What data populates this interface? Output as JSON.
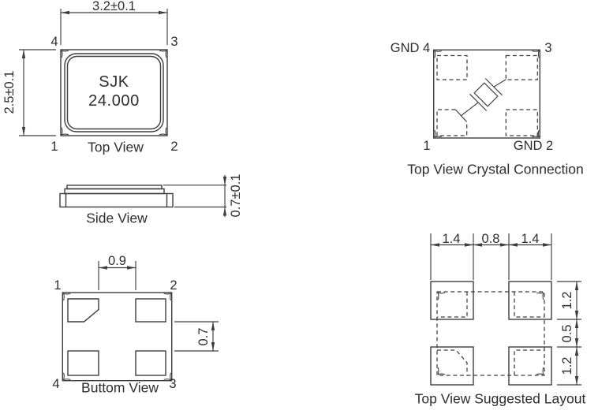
{
  "colors": {
    "line": "#3d3d3f",
    "text": "#2e2e30",
    "background": "#ffffff"
  },
  "views": {
    "top_view": {
      "caption": "Top View",
      "marking_line1": "SJK",
      "marking_line2": "24.000",
      "dims": {
        "width": "3.2±0.1",
        "height": "2.5±0.1"
      },
      "pins": {
        "top_left": "4",
        "top_right": "3",
        "bottom_left": "1",
        "bottom_right": "2"
      }
    },
    "side_view": {
      "caption": "Side View",
      "dims": {
        "height": "0.7±0.1"
      }
    },
    "crystal_connection": {
      "caption": "Top View Crystal Connection",
      "pins": {
        "top_left": "GND 4",
        "top_right": "3",
        "bottom_left": "1",
        "bottom_right": "GND 2"
      }
    },
    "bottom_view": {
      "caption": "Buttom View",
      "dims": {
        "pad_gap_x": "0.9",
        "pad_gap_y": "0.7"
      },
      "pins": {
        "top_left": "1",
        "top_right": "2",
        "bottom_left": "4",
        "bottom_right": "3"
      }
    },
    "suggested_layout": {
      "caption": "Top View Suggested Layout",
      "dims": {
        "pad_width_left": "1.4",
        "pad_gap_h": "0.8",
        "pad_width_right": "1.4",
        "pad_height_top": "1.2",
        "pad_gap_v": "0.5",
        "pad_height_bottom": "1.2"
      }
    }
  }
}
